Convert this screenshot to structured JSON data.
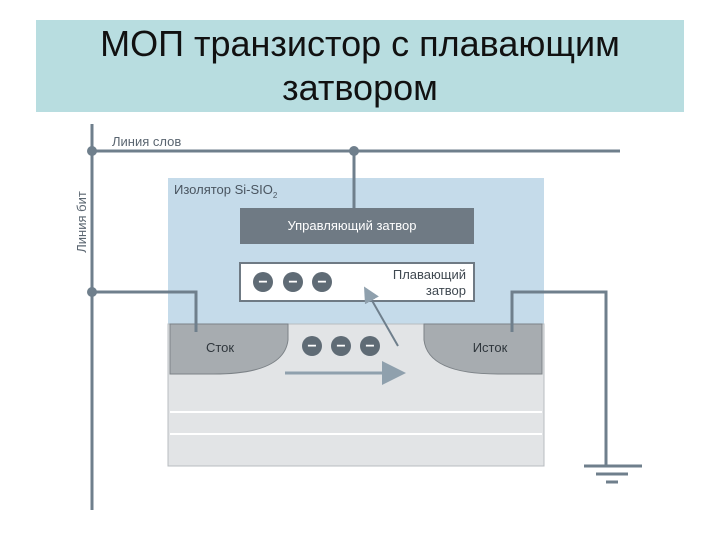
{
  "slide": {
    "title_line1": "МОП транзистор с плавающим",
    "title_line2": "затвором"
  },
  "diagram": {
    "word_line_label": "Линия слов",
    "bit_line_label": "Линия бит",
    "insulator_label": "Изолятор Si-SIO",
    "insulator_subscript": "2",
    "control_gate_label": "Управляющий затвор",
    "floating_gate_label_line1": "Плавающий",
    "floating_gate_label_line2": "затвор",
    "drain_label": "Сток",
    "source_label": "Исток",
    "electron_symbol": "−"
  },
  "colors": {
    "title_band": "#b8dde0",
    "insulator": "#c5dbea",
    "control_gate": "#6f7a84",
    "wire": "#6f7f8c",
    "substrate": "#e2e4e6",
    "electrode": "#a7acb0",
    "electron": "#5f6b75",
    "arrow": "#8fa0ad"
  }
}
